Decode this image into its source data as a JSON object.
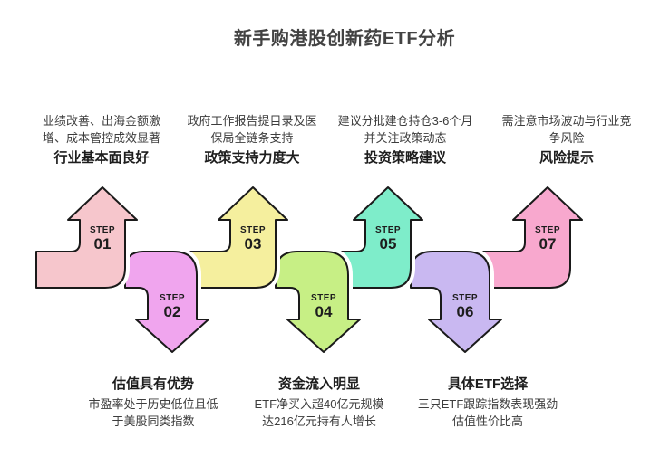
{
  "title": "新手购港股创新药ETF分析",
  "step_word": "STEP",
  "steps": [
    {
      "number": "01",
      "direction": "up",
      "heading": "行业基本面良好",
      "desc_lines": [
        "业绩改善、出海金额激",
        "增、成本管控成效显著"
      ],
      "color": "#F6C6CC"
    },
    {
      "number": "02",
      "direction": "down",
      "heading": "估值具有优势",
      "desc_lines": [
        "市盈率处于历史低位且低",
        "于美股同类指数"
      ],
      "color": "#F0A5EE"
    },
    {
      "number": "03",
      "direction": "up",
      "heading": "政策支持力度大",
      "desc_lines": [
        "政府工作报告提目录及医",
        "保局全链条支持"
      ],
      "color": "#F5EF9E"
    },
    {
      "number": "04",
      "direction": "down",
      "heading": "资金流入明显",
      "desc_lines": [
        "ETF净买入超40亿元规模",
        "达216亿元持有人增长"
      ],
      "color": "#C7EF85"
    },
    {
      "number": "05",
      "direction": "up",
      "heading": "投资策略建议",
      "desc_lines": [
        "建议分批建仓持仓3-6个月",
        "并关注政策动态"
      ],
      "color": "#7EEDCA"
    },
    {
      "number": "06",
      "direction": "down",
      "heading": "具体ETF选择",
      "desc_lines": [
        "三只ETF跟踪指数表现强劲",
        "估值性价比高"
      ],
      "color": "#C9B8F1"
    },
    {
      "number": "07",
      "direction": "up",
      "heading": "风险提示",
      "desc_lines": [
        "需注意市场波动与行业竞",
        "争风险"
      ],
      "color": "#F8A8CE"
    }
  ]
}
